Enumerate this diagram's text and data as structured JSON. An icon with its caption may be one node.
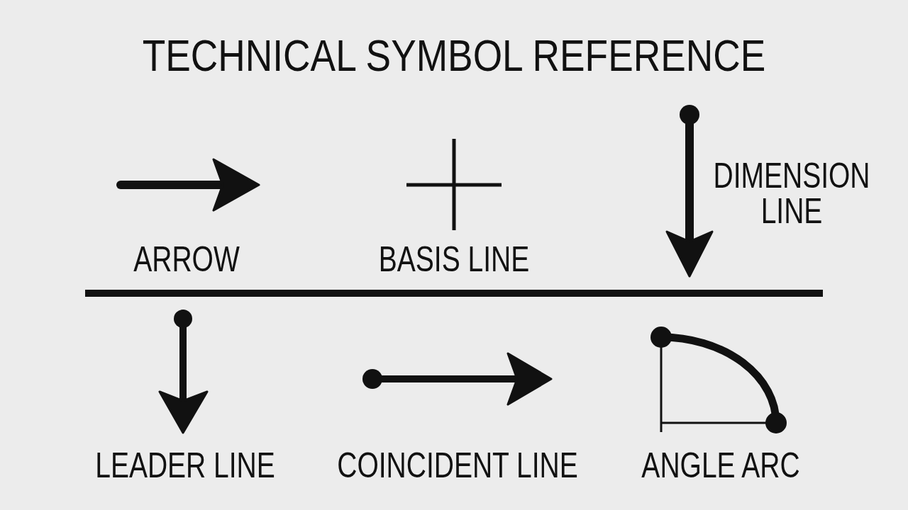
{
  "diagram": {
    "title": "TECHNICAL SYMBOL REFERENCE",
    "labels": [
      "ARROW",
      "BASIS LINE",
      "DIMENSION LINE",
      "LEADER LINE",
      "COINCIDENT LINE",
      "ANGLE ARC"
    ]
  }
}
